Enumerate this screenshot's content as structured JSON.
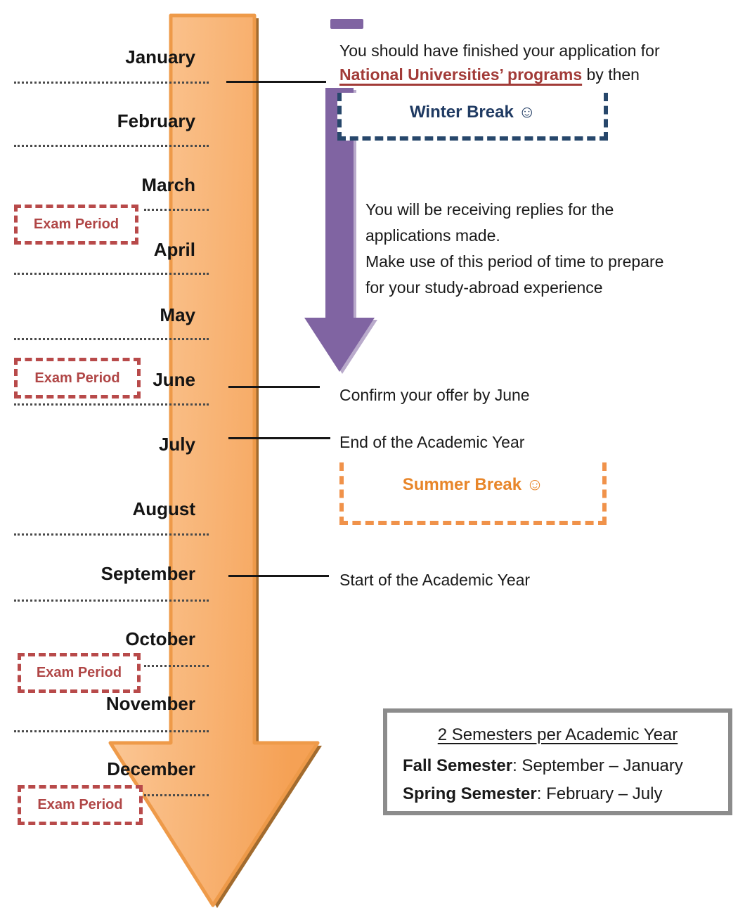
{
  "months": [
    "January",
    "February",
    "March",
    "April",
    "May",
    "June",
    "July",
    "August",
    "September",
    "October",
    "November",
    "December"
  ],
  "exam_period_label": "Exam Period",
  "breaks": {
    "winter": "Winter Break ☺",
    "summer": "Summer Break ☺"
  },
  "notes": {
    "january_line1": "You should have finished your application for",
    "january_highlight": "National Universities’ programs",
    "january_suffix": " by then",
    "spring_line1": "You will be receiving replies for the",
    "spring_line2": "applications made.",
    "spring_line3": "Make use of this period of time to prepare",
    "spring_line4": "for your study-abroad experience",
    "june": "Confirm your offer by June",
    "july": "End of the Academic Year",
    "september": "Start of the Academic Year"
  },
  "semesters_box": {
    "title": "2 Semesters per Academic Year",
    "fall_label": "Fall Semester",
    "fall_value": ": September – January",
    "spring_label": "Spring Semester",
    "spring_value": ": February – July"
  },
  "colors": {
    "arrow_fill_light": "#FCCDA0",
    "arrow_fill_dark": "#F5A155",
    "arrow_border": "#EE9A49",
    "arrow_shadow": "#A26B2E",
    "purple_accent": "#8064A2",
    "exam_red": "#B84A4A",
    "winter_navy": "#1F3A62",
    "summer_orange": "#E8862A",
    "semester_border_gray": "#8C8C8C"
  }
}
